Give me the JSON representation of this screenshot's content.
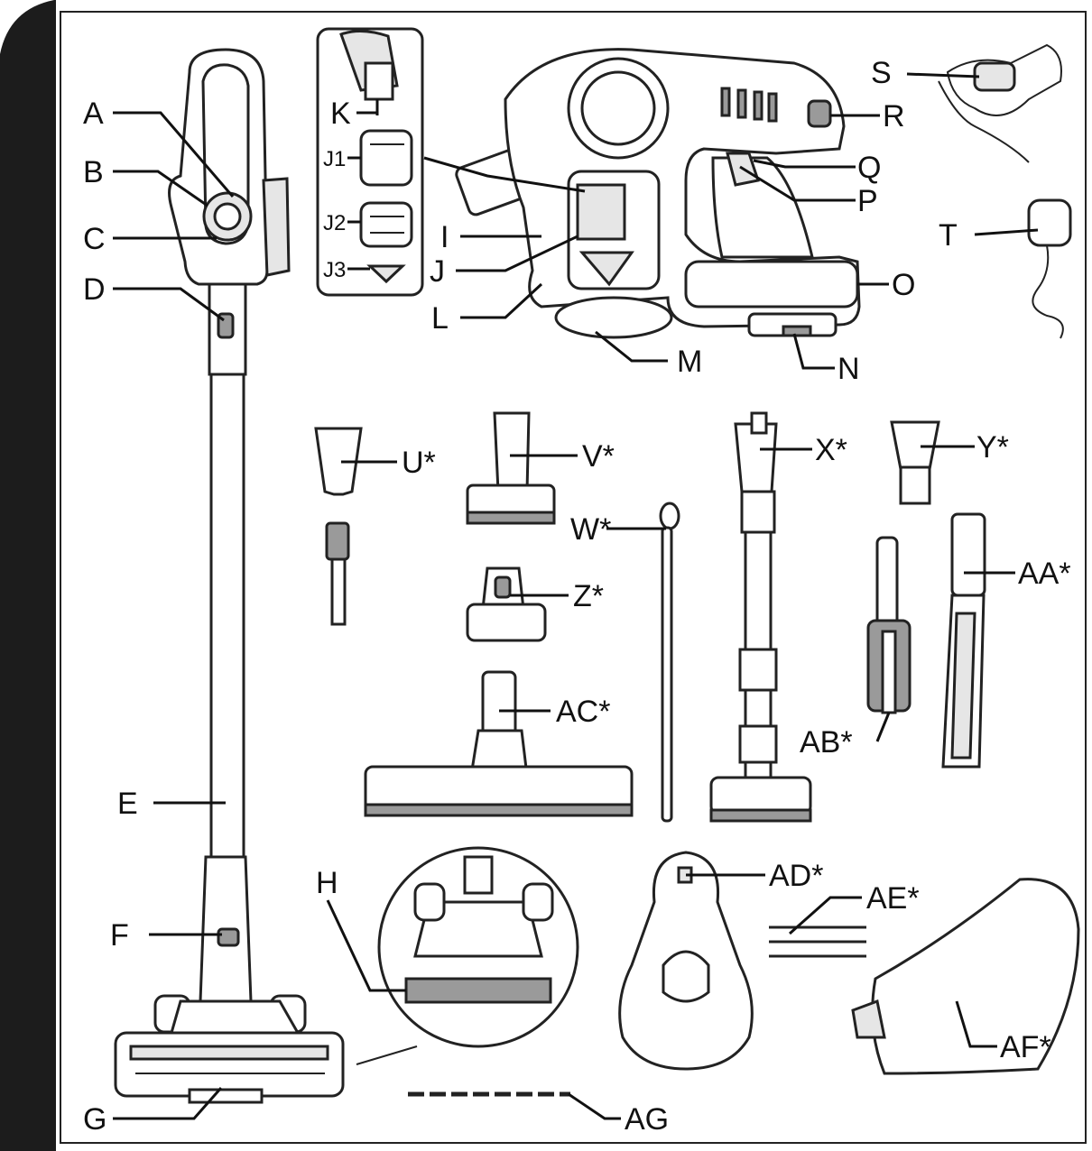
{
  "labels": {
    "A": "A",
    "B": "B",
    "C": "C",
    "D": "D",
    "E": "E",
    "F": "F",
    "G": "G",
    "H": "H",
    "I": "I",
    "J": "J",
    "J1": "J1",
    "J2": "J2",
    "J3": "J3",
    "K": "K",
    "L": "L",
    "M": "M",
    "N": "N",
    "O": "O",
    "P": "P",
    "Q": "Q",
    "R": "R",
    "S": "S",
    "T": "T",
    "U": "U*",
    "V": "V*",
    "W": "W*",
    "X": "X*",
    "Y": "Y*",
    "Z": "Z*",
    "AA": "AA*",
    "AB": "AB*",
    "AC": "AC*",
    "AD": "AD*",
    "AE": "AE*",
    "AF": "AF*",
    "AG": "AG"
  }
}
